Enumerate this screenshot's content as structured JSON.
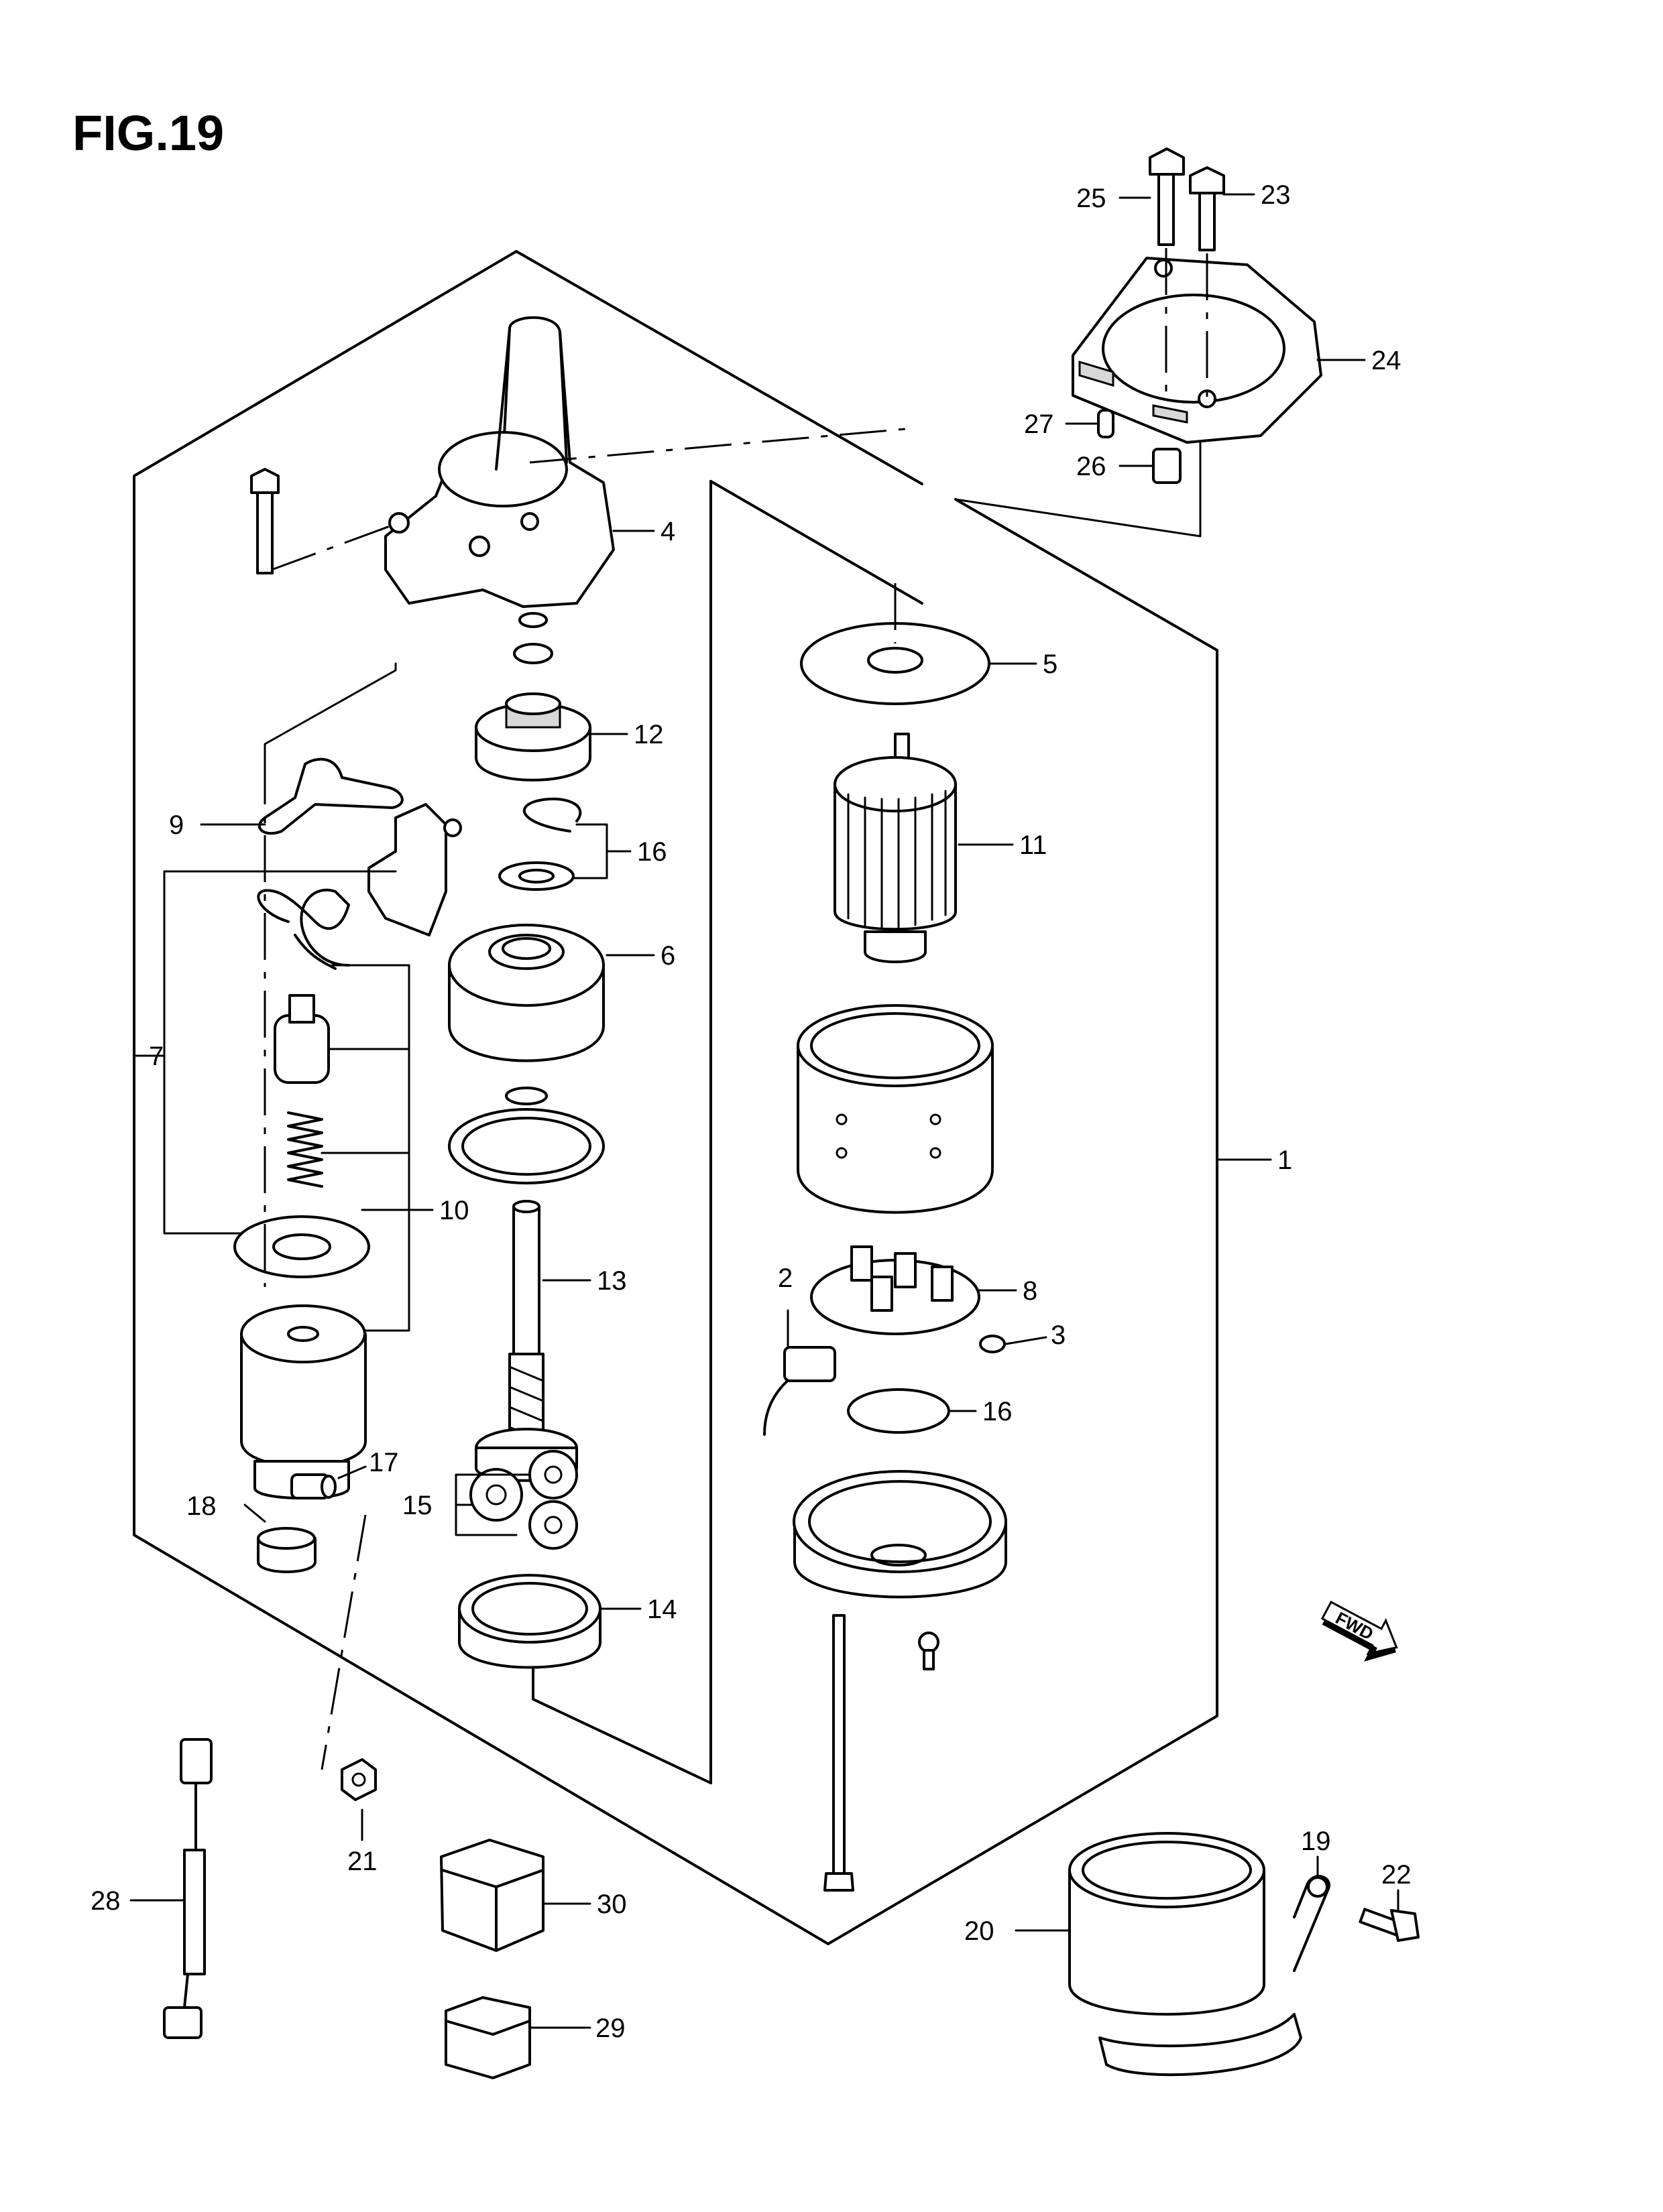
{
  "figure": {
    "title": "FIG.19"
  },
  "fwd_label": "FWD",
  "callouts": {
    "c1": "1",
    "c2": "2",
    "c3": "3",
    "c4": "4",
    "c5": "5",
    "c6": "6",
    "c7": "7",
    "c8": "8",
    "c9": "9",
    "c10": "10",
    "c11": "11",
    "c12": "12",
    "c13": "13",
    "c14": "14",
    "c15": "15",
    "c16a": "16",
    "c16b": "16",
    "c17": "17",
    "c18": "18",
    "c19": "19",
    "c20": "20",
    "c21": "21",
    "c22": "22",
    "c23": "23",
    "c24": "24",
    "c25": "25",
    "c26": "26",
    "c27": "27",
    "c28": "28",
    "c29": "29",
    "c30": "30"
  }
}
